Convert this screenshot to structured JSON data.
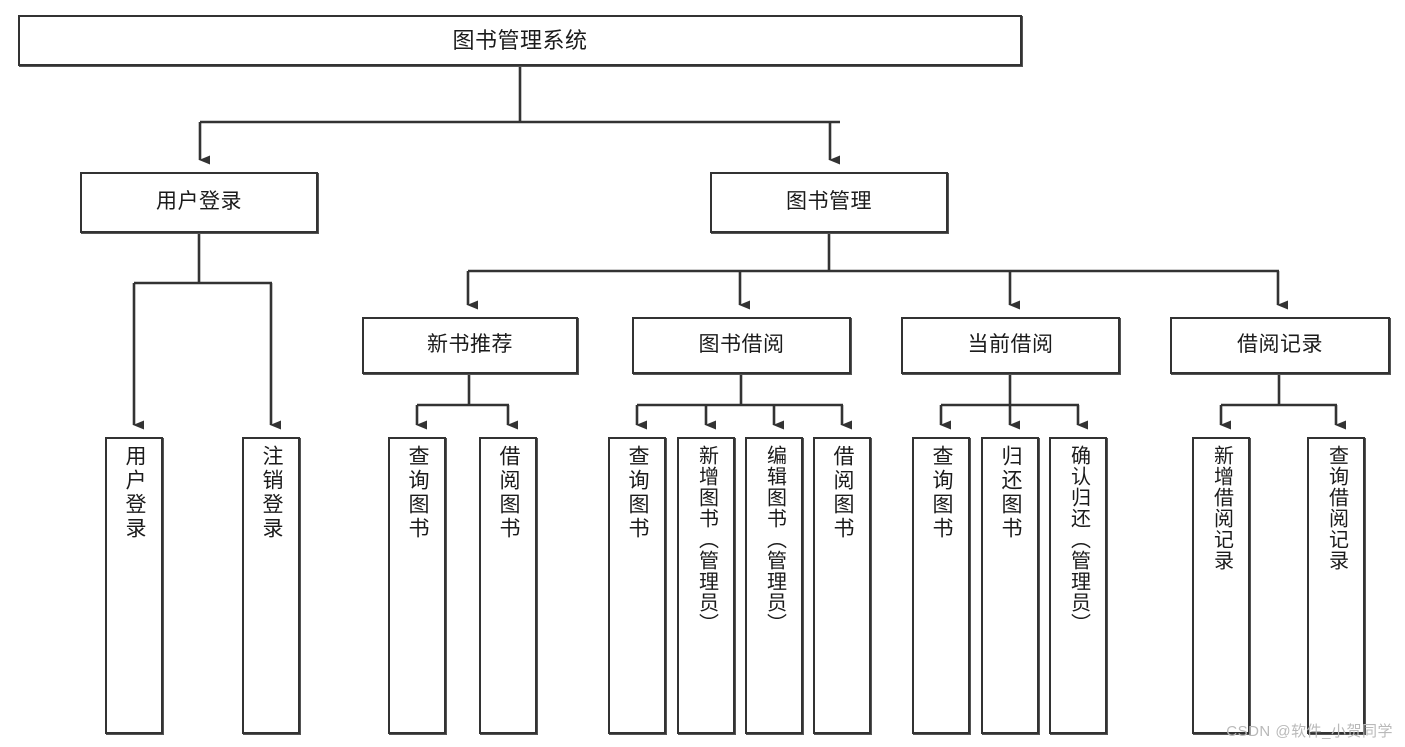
{
  "diagram": {
    "title": "图书管理系统",
    "type": "功能结构图",
    "colors": {
      "box_border": "#333333",
      "box_fill": "#ffffff",
      "connector": "#333333",
      "watermark": "#b9b9b9",
      "page_background": "#ffffff"
    }
  },
  "root": {
    "label": "图书管理系统"
  },
  "level2": [
    {
      "label": "用户登录"
    },
    {
      "label": "图书管理"
    }
  ],
  "level3": [
    {
      "label": "新书推荐"
    },
    {
      "label": "图书借阅"
    },
    {
      "label": "当前借阅"
    },
    {
      "label": "借阅记录"
    }
  ],
  "leaves": {
    "user_login": [
      {
        "label": "用户登录"
      },
      {
        "label": "注销登录"
      }
    ],
    "new_book": [
      {
        "label": "查询图书"
      },
      {
        "label": "借阅图书"
      }
    ],
    "book_borrow": [
      {
        "label": "查询图书"
      },
      {
        "label": "新增图书（管理员）"
      },
      {
        "label": "编辑图书（管理员）"
      },
      {
        "label": "借阅图书"
      }
    ],
    "current_borrow": [
      {
        "label": "查询图书"
      },
      {
        "label": "归还图书"
      },
      {
        "label": "确认归还（管理员）"
      }
    ],
    "borrow_record": [
      {
        "label": "新增借阅记录"
      },
      {
        "label": "查询借阅记录"
      }
    ]
  },
  "watermark": {
    "text": "CSDN @软件_小贺同学"
  }
}
